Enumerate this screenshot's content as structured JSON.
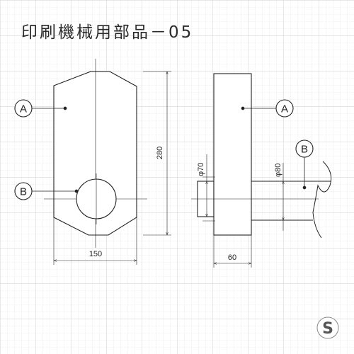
{
  "title": "印刷機械用部品－05",
  "labels": {
    "part_a": "A",
    "part_b": "B"
  },
  "dimensions": {
    "front_width": "150",
    "front_height": "280",
    "side_width": "60",
    "small_shaft_diameter": "φ70",
    "large_shaft_diameter": "φ80"
  },
  "logo": "S",
  "colors": {
    "grid_minor": "#e4e4e4",
    "grid_major": "#cfcfcf",
    "line": "#222222",
    "logo": "#555555"
  }
}
